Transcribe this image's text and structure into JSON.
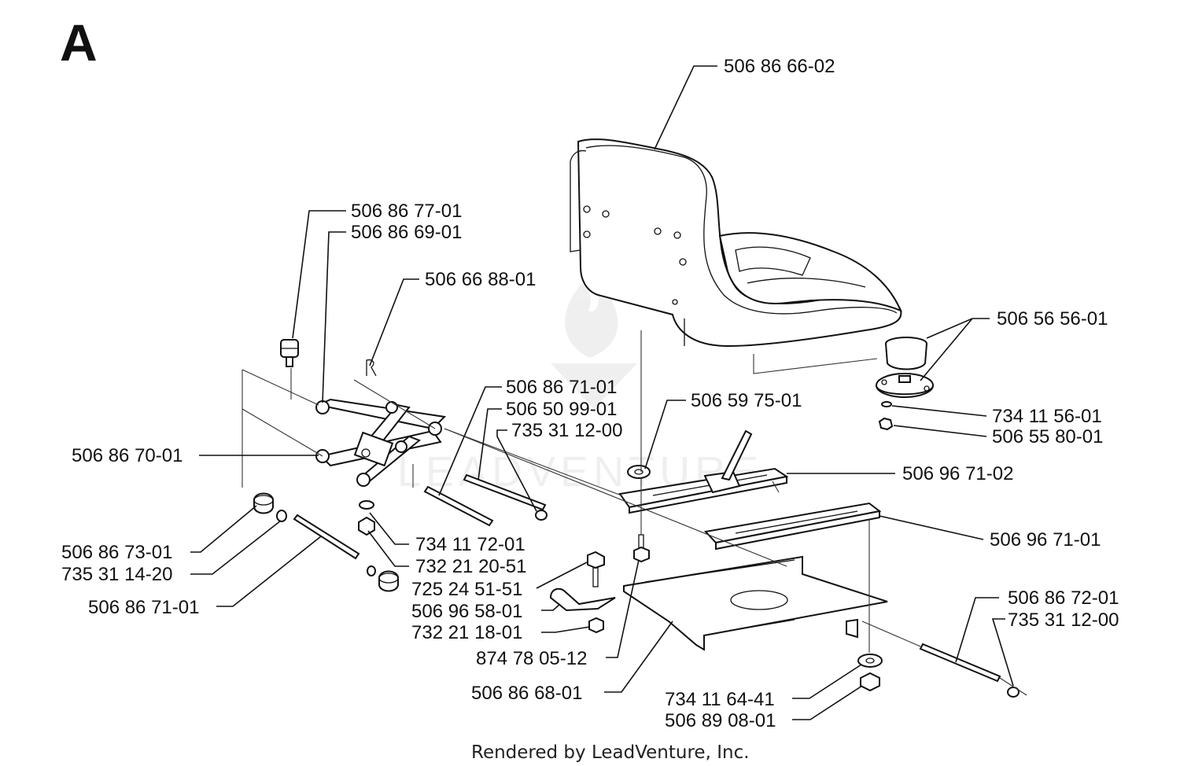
{
  "section": "A",
  "footer": "Rendered by LeadVenture, Inc.",
  "watermark": "LEADVENTURE",
  "colors": {
    "ink": "#111111",
    "background": "#ffffff"
  },
  "labels": {
    "l1": "506 86 66-02",
    "l2": "506 86 77-01",
    "l3": "506 86 69-01",
    "l4": "506 66 88-01",
    "l5": "506 56 56-01",
    "l6": "506 86 71-01",
    "l7": "506 50 99-01",
    "l8": "735 31 12-00",
    "l9": "506 59 75-01",
    "l10": "734 11 56-01",
    "l11": "506 55 80-01",
    "l12": "506 86 70-01",
    "l13": "506 96 71-02",
    "l14": "506 96 71-01",
    "l15": "506 86 73-01",
    "l16": "734 11 72-01",
    "l17": "735 31 14-20",
    "l18": "732 21 20-51",
    "l19": "725 24 51-51",
    "l20": "506 86 71-01",
    "l21": "506 96 58-01",
    "l22": "732 21 18-01",
    "l23": "874 78 05-12",
    "l24": "506 86 72-01",
    "l25": "735 31 12-00",
    "l26": "506 86 68-01",
    "l27": "734 11 64-41",
    "l28": "506 89 08-01"
  }
}
